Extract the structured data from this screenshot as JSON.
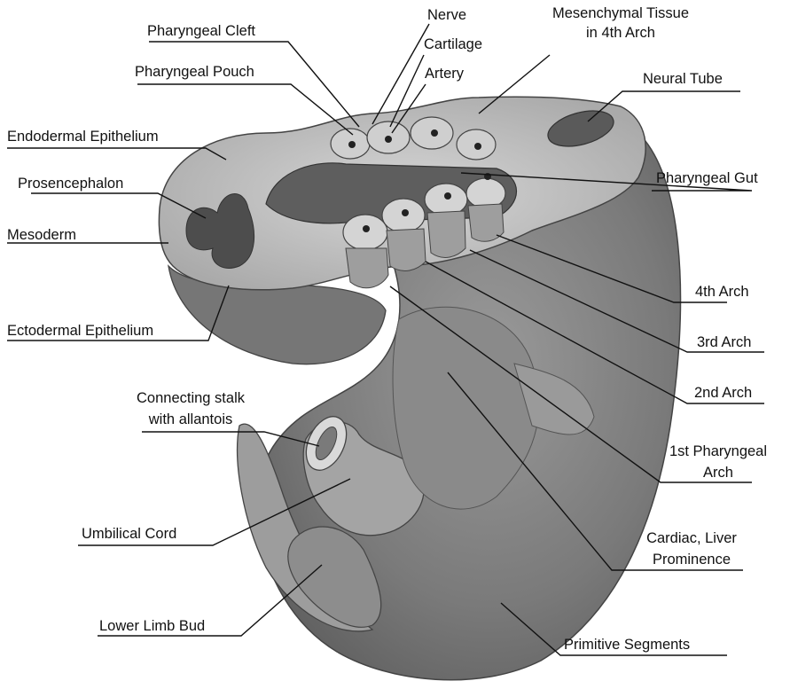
{
  "labels": {
    "pharyngeal_cleft": "Pharyngeal Cleft",
    "nerve": "Nerve",
    "mesenchymal_1": "Mesenchymal Tissue",
    "mesenchymal_2": "in 4th Arch",
    "cartilage": "Cartilage",
    "pharyngeal_pouch": "Pharyngeal Pouch",
    "artery": "Artery",
    "neural_tube": "Neural Tube",
    "endodermal_epithelium": "Endodermal Epithelium",
    "prosencephalon": "Prosencephalon",
    "pharyngeal_gut": "Pharyngeal Gut",
    "mesoderm": "Mesoderm",
    "fourth_arch": "4th Arch",
    "ectodermal_epithelium": "Ectodermal Epithelium",
    "third_arch": "3rd Arch",
    "second_arch": "2nd Arch",
    "connecting_stalk_1": "Connecting stalk",
    "connecting_stalk_2": "with allantois",
    "first_arch_1": "1st Pharyngeal",
    "first_arch_2": "Arch",
    "umbilical_cord": "Umbilical Cord",
    "cardiac_1": "Cardiac, Liver",
    "cardiac_2": "Prominence",
    "lower_limb_bud": "Lower Limb Bud",
    "primitive_segments": "Primitive Segments"
  }
}
